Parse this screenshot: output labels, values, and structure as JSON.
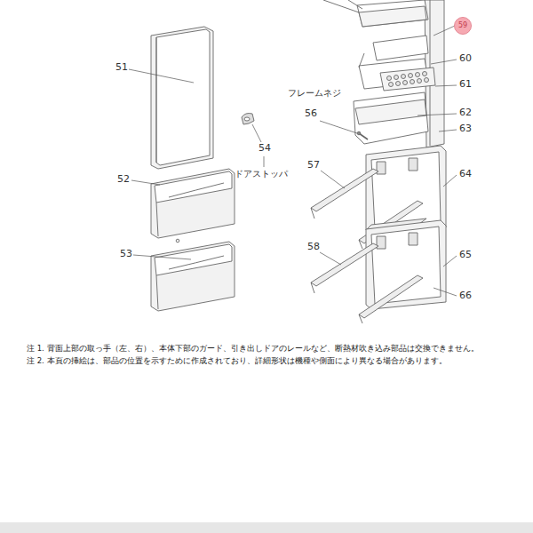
{
  "diagram": {
    "nodes": [
      {
        "text": [
          "59"
        ]
      }
    ],
    "labels": [
      "51",
      "52",
      "53",
      "54",
      "ドアストッパ",
      "フレームネジ",
      "56",
      "57",
      "58",
      "60",
      "61",
      "62",
      "63",
      "64",
      "65",
      "66",
      "注 1. 背面上部の取っ手（左、右）、本体下部のガード、引き出しドアのレールなど、断熱材吹き込み部品は交換できません。",
      "注 2. 本頁の挿絵は、部品の位置を示すために作成されており、詳細形状は機種や側面により異なる場合があります。"
    ]
  }
}
